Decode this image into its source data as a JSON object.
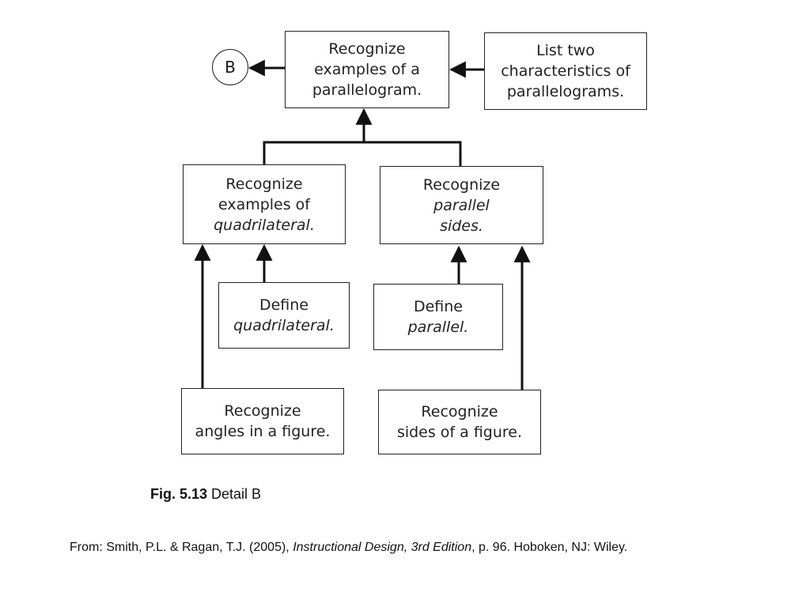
{
  "connector": {
    "label": "B"
  },
  "boxes": {
    "parallelogram": {
      "line1": "Recognize",
      "line2": "examples of a",
      "line3": "parallelogram."
    },
    "list_characteristics": {
      "line1": "List two",
      "line2": "characteristics of",
      "line3": "parallelograms."
    },
    "quadrilateral": {
      "line1": "Recognize",
      "line2": "examples of",
      "line3": "quadrilateral."
    },
    "parallel_sides": {
      "line1": "Recognize",
      "line2": "parallel",
      "line3": "sides."
    },
    "define_quadrilateral": {
      "line1": "Define",
      "line2": "quadrilateral."
    },
    "define_parallel": {
      "line1": "Define",
      "line2": "parallel."
    },
    "angles": {
      "line1": "Recognize",
      "line2": "angles in a figure."
    },
    "sides": {
      "line1": "Recognize",
      "line2": "sides of a figure."
    }
  },
  "caption": {
    "fig": "Fig. 5.13",
    "text": " Detail B"
  },
  "source": {
    "prefix": "From: Smith, P.L. & Ragan, T.J. (2005), ",
    "title": "Instructional Design, 3rd Edition",
    "suffix": ", p. 96. Hoboken, NJ: Wiley."
  }
}
